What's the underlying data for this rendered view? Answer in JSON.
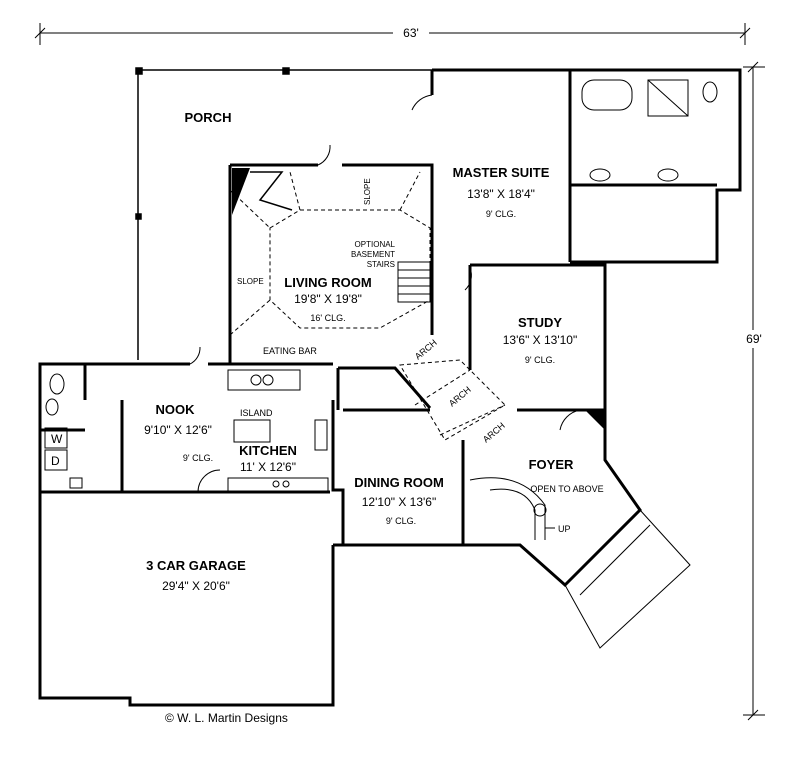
{
  "dimensions": {
    "width": "63'",
    "depth": "69'"
  },
  "rooms": {
    "porch": {
      "name": "PORCH"
    },
    "master": {
      "name": "MASTER SUITE",
      "size": "13'8\" X 18'4\"",
      "ceiling": "9' CLG."
    },
    "living": {
      "name": "LIVING ROOM",
      "size": "19'8\" X 19'8\"",
      "ceiling": "16' CLG."
    },
    "study": {
      "name": "STUDY",
      "size": "13'6\" X 13'10\"",
      "ceiling": "9' CLG."
    },
    "nook": {
      "name": "NOOK",
      "size": "9'10\" X 12'6\"",
      "ceiling": "9' CLG."
    },
    "kitchen": {
      "name": "KITCHEN",
      "size": "11' X 12'6\""
    },
    "dining": {
      "name": "DINING ROOM",
      "size": "12'10\" X 13'6\"",
      "ceiling": "9' CLG."
    },
    "foyer": {
      "name": "FOYER",
      "note": "OPEN TO ABOVE"
    },
    "garage": {
      "name": "3 CAR GARAGE",
      "size": "29'4\" X 20'6\""
    }
  },
  "labels": {
    "slope": "SLOPE",
    "optional_stairs": [
      "OPTIONAL",
      "BASEMENT",
      "STAIRS"
    ],
    "eating_bar": "EATING BAR",
    "island": "ISLAND",
    "arch": "ARCH",
    "up": "UP",
    "washer": "W",
    "dryer": "D"
  },
  "credit": "© W. L. Martin Designs"
}
